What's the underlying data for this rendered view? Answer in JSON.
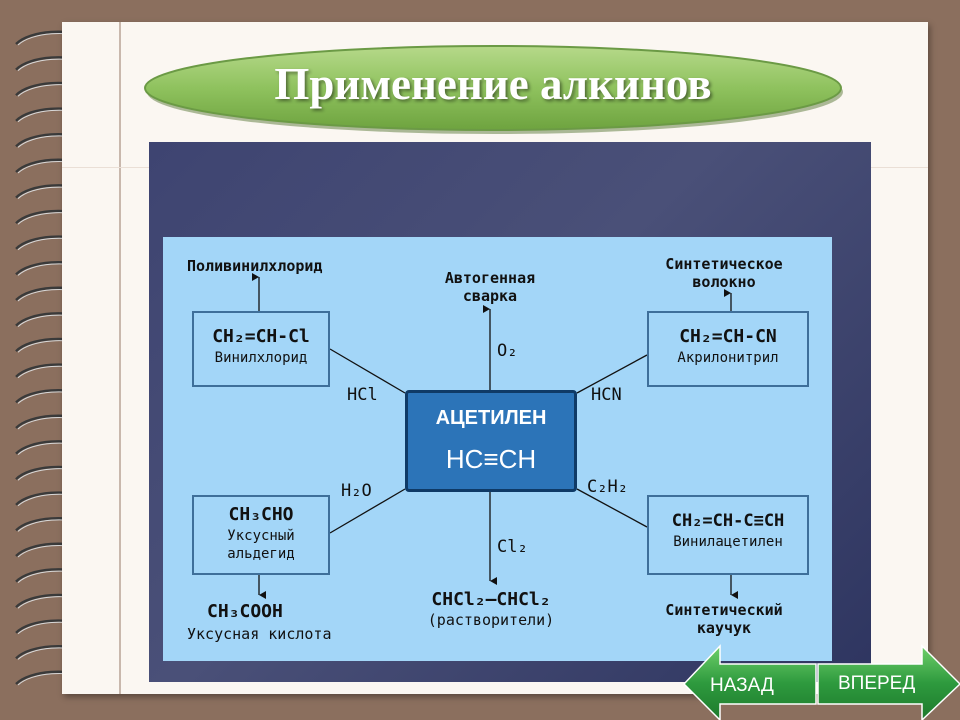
{
  "title": "Применение алкинов",
  "diagram": {
    "center": {
      "name": "АЦЕТИЛЕН",
      "formula": "HC≡CH"
    },
    "top_left": {
      "product": "Поливинилхлорид",
      "formula": "CH₂=CH-Cl",
      "name": "Винилхлорид",
      "reagent": "HCl"
    },
    "top": {
      "product_line1": "Автогенная",
      "product_line2": "сварка",
      "reagent": "O₂"
    },
    "top_right": {
      "product_line1": "Синтетическое",
      "product_line2": "волокно",
      "formula": "CH₂=CH-CN",
      "name": "Акрилонитрил",
      "reagent": "HCN"
    },
    "bottom_left": {
      "formula": "CH₃CHO",
      "name_line1": "Уксусный",
      "name_line2": "альдегид",
      "reagent": "H₂O",
      "product_formula": "CH₃COOH",
      "product_name": "Уксусная кислота"
    },
    "bottom": {
      "reagent": "Cl₂",
      "product_formula": "CHCl₂–CHCl₂",
      "product_name": "(растворители)"
    },
    "bottom_right": {
      "formula": "CH₂=CH-C≡CH",
      "name": "Винилацетилен",
      "reagent": "C₂H₂",
      "product_line1": "Синтетический",
      "product_line2": "каучук"
    }
  },
  "nav": {
    "back_label": "НАЗАД",
    "forward_label": "ВПЕРЕД"
  },
  "colors": {
    "diagram_bg": "#a3d6f8",
    "center_bg": "#2c74b8",
    "title_green": "#8fc25e",
    "nav_green": "#2e9a3e"
  }
}
